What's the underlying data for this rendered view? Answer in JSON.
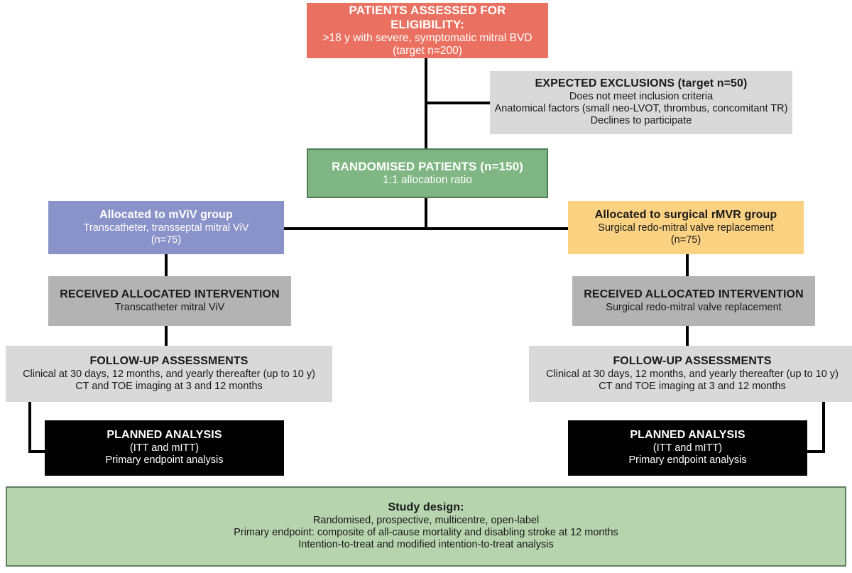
{
  "diagram": {
    "title": "Randomised trial flow diagram (CONSORT style)",
    "colors": {
      "eligibility": "#ea7161",
      "randomised": "#7fb683",
      "randomised_border": "#4e7d53",
      "arm_transcatheter": "#8a93c9",
      "arm_surgical": "#fbd182",
      "intervention": "#b3b3b3",
      "followup": "#d9d9d9",
      "exclusions": "#d9d9d9",
      "analysis": "#000000",
      "study_design": "#b6d4ae",
      "study_design_border": "#5e7f5c",
      "connector": "#000000"
    }
  },
  "eligibility": {
    "title": "PATIENTS ASSESSED FOR ELIGIBILITY:",
    "line1": ">18 y with severe, symptomatic mitral BVD",
    "line2": "(target n=200)"
  },
  "exclusions": {
    "title": "EXPECTED EXCLUSIONS (target n=50)",
    "line1": "Does not meet inclusion criteria",
    "line2": "Anatomical factors (small neo-LVOT, thrombus, concomitant TR)",
    "line3": "Declines to participate"
  },
  "randomised": {
    "title": "RANDOMISED PATIENTS (n=150)",
    "line1": "1:1 allocation ratio"
  },
  "left_arm": {
    "allocation": {
      "title": "Allocated to mViV group",
      "line1": "Transcatheter, transseptal mitral ViV",
      "line2": "(n=75)"
    },
    "intervention": {
      "title": "RECEIVED ALLOCATED INTERVENTION",
      "line1": "Transcatheter mitral ViV"
    },
    "followup": {
      "title": "FOLLOW-UP ASSESSMENTS",
      "line1": "Clinical at 30 days, 12 months, and yearly thereafter (up to 10 y)",
      "line2": "CT and TOE imaging at 3 and 12 months"
    },
    "analysis": {
      "title": "PLANNED ANALYSIS",
      "line1": "(ITT and mITT)",
      "line2": "Primary endpoint analysis"
    }
  },
  "right_arm": {
    "allocation": {
      "title": "Allocated to surgical rMVR group",
      "line1": "Surgical redo-mitral valve replacement",
      "line2": "(n=75)"
    },
    "intervention": {
      "title": "RECEIVED ALLOCATED INTERVENTION",
      "line1": "Surgical redo-mitral valve replacement"
    },
    "followup": {
      "title": "FOLLOW-UP ASSESSMENTS",
      "line1": "Clinical at 30 days, 12 months, and yearly thereafter (up to 10 y)",
      "line2": "CT and TOE imaging at 3 and 12 months"
    },
    "analysis": {
      "title": "PLANNED ANALYSIS",
      "line1": "(ITT and mITT)",
      "line2": "Primary endpoint analysis"
    }
  },
  "study_design": {
    "title": "Study design:",
    "line1": "Randomised, prospective, multicentre, open-label",
    "line2": "Primary endpoint: composite of all-cause mortality and disabling stroke at 12 months",
    "line3": "Intention-to-treat and modified intention-to-treat analysis"
  }
}
